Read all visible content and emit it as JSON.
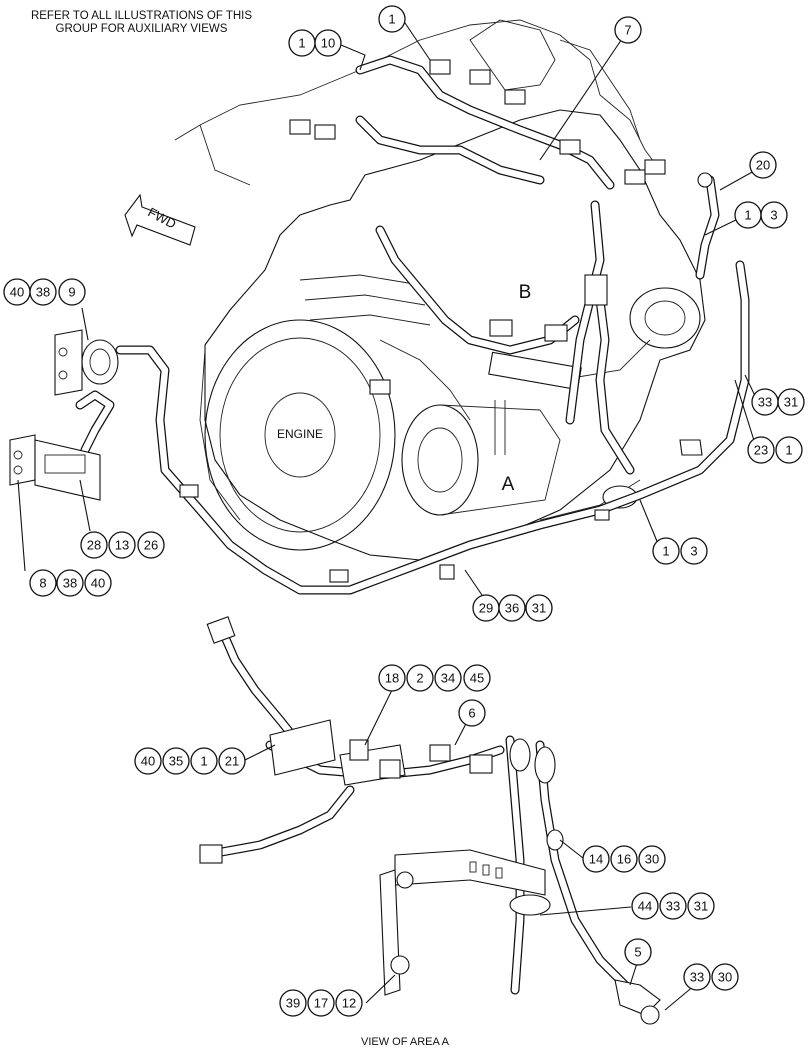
{
  "notes": {
    "top": "REFER TO ALL ILLUSTRATIONS OF THIS GROUP FOR AUXILIARY VIEWS",
    "caption": "VIEW OF AREA A"
  },
  "labels": {
    "fwd": "FWD",
    "engine": "ENGINE",
    "area_a": "A",
    "area_b": "B"
  },
  "callouts_main": [
    [
      "1"
    ],
    [
      "1",
      "10"
    ],
    [
      "7"
    ],
    [
      "20"
    ],
    [
      "1",
      "3"
    ],
    [
      "40",
      "38",
      "9"
    ],
    [
      "33",
      "31"
    ],
    [
      "23",
      "1"
    ],
    [
      "28",
      "13",
      "26"
    ],
    [
      "8",
      "38",
      "40"
    ],
    [
      "1",
      "3"
    ],
    [
      "29",
      "36",
      "31"
    ]
  ],
  "callouts_view_a": [
    [
      "18",
      "2",
      "34",
      "45"
    ],
    [
      "6"
    ],
    [
      "40",
      "35",
      "1",
      "21"
    ],
    [
      "14",
      "16",
      "30"
    ],
    [
      "44",
      "33",
      "31"
    ],
    [
      "5"
    ],
    [
      "33",
      "30"
    ],
    [
      "39",
      "17",
      "12"
    ]
  ]
}
